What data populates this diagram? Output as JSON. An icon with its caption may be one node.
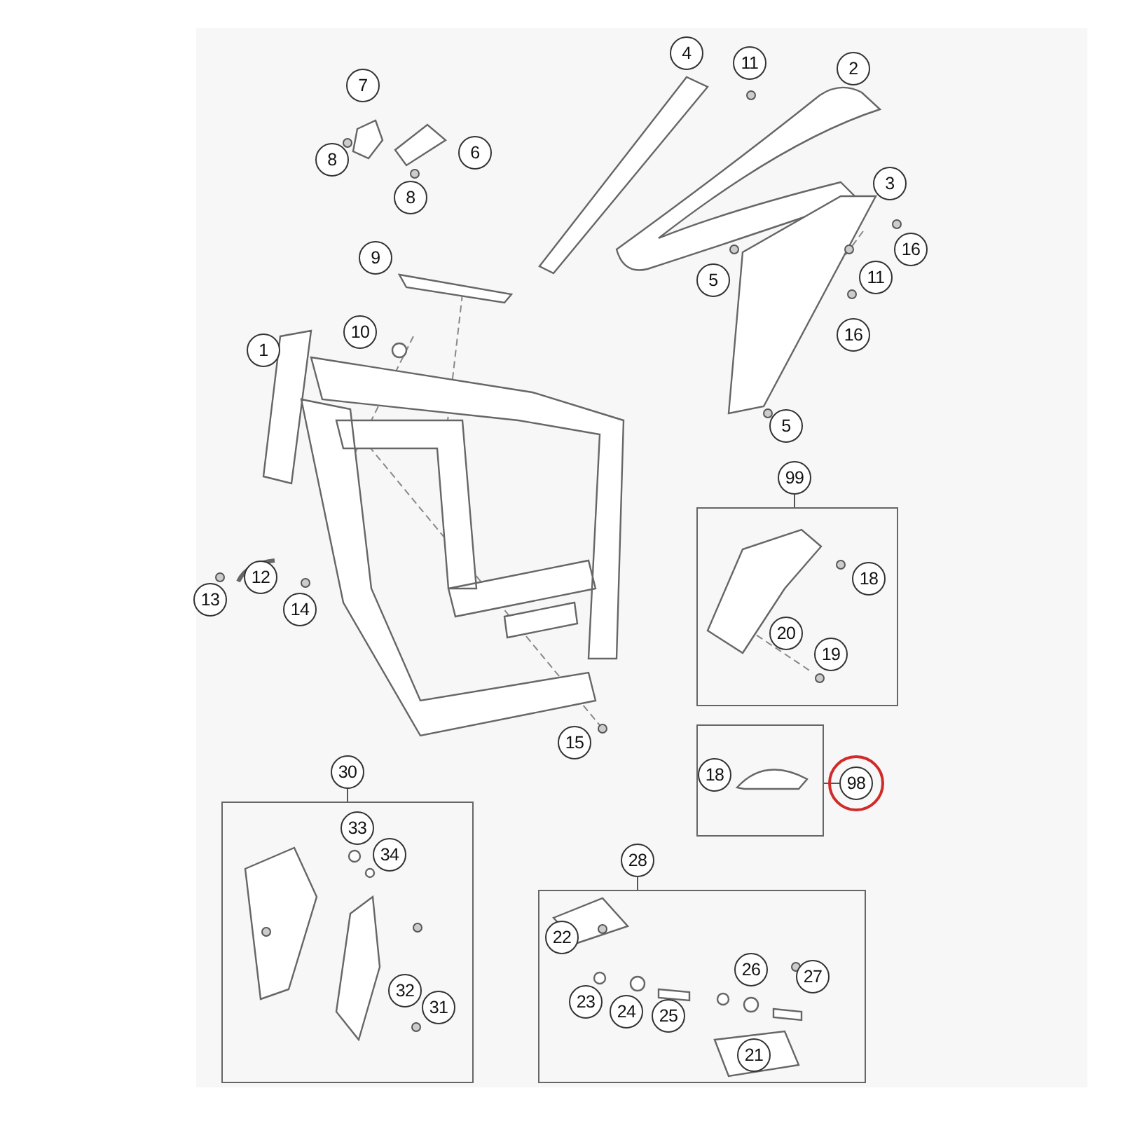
{
  "diagram": {
    "nodes": [
      {
        "text": [
          "4"
        ]
      },
      {
        "text": [
          "11"
        ]
      },
      {
        "text": [
          "2"
        ]
      },
      {
        "text": [
          "7"
        ]
      },
      {
        "text": [
          "6"
        ]
      },
      {
        "text": [
          "8"
        ]
      },
      {
        "text": [
          "3"
        ]
      },
      {
        "text": [
          "8"
        ]
      },
      {
        "text": [
          "5"
        ]
      },
      {
        "text": [
          "16"
        ]
      },
      {
        "text": [
          "11"
        ]
      },
      {
        "text": [
          "9"
        ]
      },
      {
        "text": [
          "10"
        ]
      },
      {
        "text": [
          "16"
        ]
      },
      {
        "text": [
          "1"
        ]
      },
      {
        "text": [
          "5"
        ]
      },
      {
        "text": [
          "99"
        ]
      },
      {
        "text": [],
        "shape": "box"
      },
      {
        "text": [
          "18"
        ],
        "in": 17
      },
      {
        "text": [
          "20"
        ],
        "in": 17
      },
      {
        "text": [
          "19"
        ],
        "in": 17
      },
      {
        "text": [
          "12"
        ]
      },
      {
        "text": [
          "13"
        ]
      },
      {
        "text": [
          "14"
        ]
      },
      {
        "text": [
          "15"
        ]
      },
      {
        "text": [
          "30"
        ]
      },
      {
        "text": [],
        "shape": "box"
      },
      {
        "text": [
          "18"
        ],
        "in": 26
      },
      {
        "text": [
          "98"
        ]
      },
      {
        "text": [],
        "shape": "box"
      },
      {
        "text": [
          "33"
        ],
        "in": 29
      },
      {
        "text": [
          "34"
        ],
        "in": 29
      },
      {
        "text": [
          "28"
        ]
      },
      {
        "text": [],
        "shape": "box"
      },
      {
        "text": [
          "22"
        ],
        "in": 33
      },
      {
        "text": [
          "32"
        ],
        "in": 29
      },
      {
        "text": [
          "31"
        ],
        "in": 29
      },
      {
        "text": [
          "26"
        ],
        "in": 33
      },
      {
        "text": [
          "27"
        ],
        "in": 33
      },
      {
        "text": [
          "23"
        ],
        "in": 33
      },
      {
        "text": [
          "24"
        ],
        "in": 33
      },
      {
        "text": [
          "25"
        ],
        "in": 33
      },
      {
        "text": [
          "21"
        ],
        "in": 33
      }
    ],
    "edges": [
      {
        "from": 16,
        "to": 17,
        "arrow": "none"
      },
      {
        "from": 28,
        "to": 26,
        "arrow": "none"
      },
      {
        "from": 25,
        "to": 29,
        "arrow": "none"
      },
      {
        "from": 32,
        "to": 33,
        "arrow": "none"
      }
    ]
  }
}
